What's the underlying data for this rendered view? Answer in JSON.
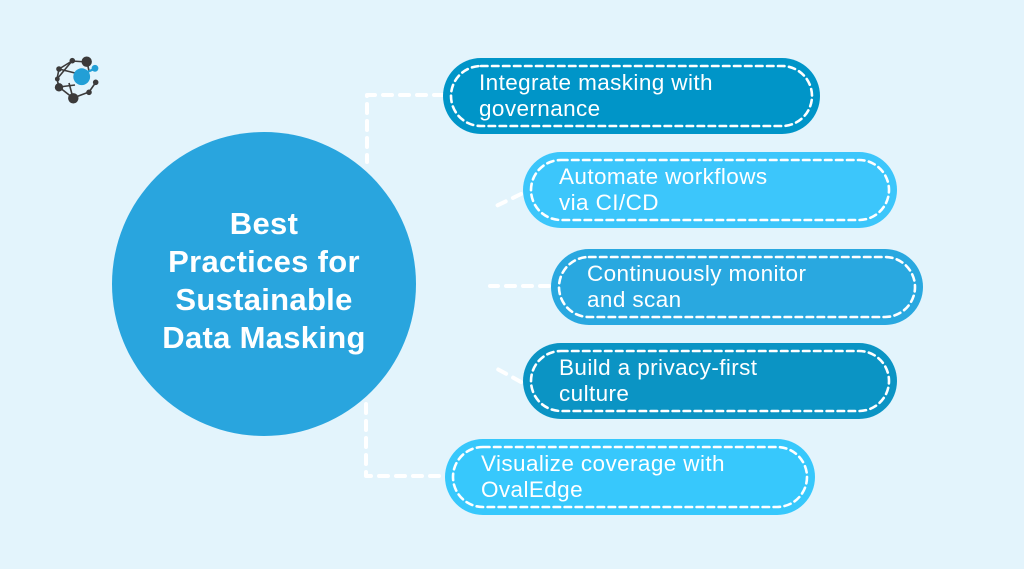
{
  "page": {
    "background": "#e3f4fc",
    "connector_color": "#ffffff",
    "pill_border_color": "#ffffff"
  },
  "logo": {
    "name": "ovaledge-network-logo",
    "dark": "#3b3a3a",
    "accent": "#229fd6"
  },
  "center": {
    "title": "Best Practices for Sustainable Data Masking",
    "title_lines": [
      "Best",
      "Practices for",
      "Sustainable",
      "Data Masking"
    ],
    "fill": "#29a5de",
    "text_color": "#ffffff"
  },
  "practices": [
    {
      "label": "Integrate masking with governance",
      "label_lines": [
        "Integrate masking with",
        "governance"
      ],
      "fill": "#0095c8"
    },
    {
      "label": "Automate workflows via CI/CD",
      "label_lines": [
        "Automate workflows",
        "via CI/CD"
      ],
      "fill": "#3cc6fb"
    },
    {
      "label": "Continuously monitor and scan",
      "label_lines": [
        "Continuously monitor",
        "and scan"
      ],
      "fill": "#29a8e0"
    },
    {
      "label": "Build a privacy-first culture",
      "label_lines": [
        "Build a privacy-first",
        "culture"
      ],
      "fill": "#0b94c4"
    },
    {
      "label": "Visualize coverage with OvalEdge",
      "label_lines": [
        "Visualize coverage with",
        "OvalEdge"
      ],
      "fill": "#37c8fc"
    }
  ]
}
